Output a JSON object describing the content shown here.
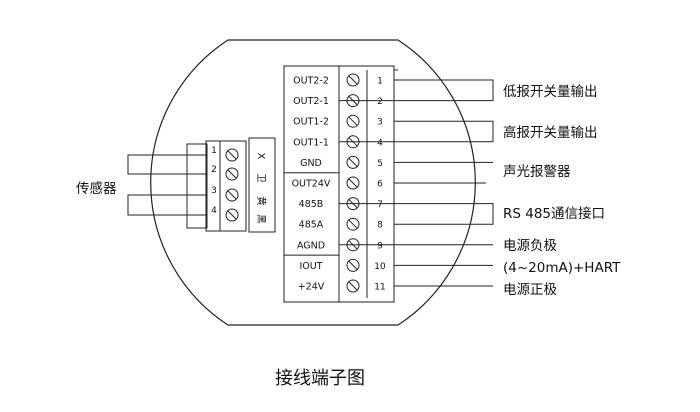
{
  "terminal_labels": [
    "OUT2-2",
    "OUT2-1",
    "OUT1-2",
    "OUT1-1",
    "GND",
    "OUT24V",
    "485B",
    "485A",
    "AGND",
    "IOUT",
    "+24V"
  ],
  "terminal_numbers": [
    "1",
    "2",
    "3",
    "4",
    "5",
    "6",
    "7",
    "8",
    "9",
    "10",
    "11"
  ],
  "right_annotations": [
    {
      "text": "低报开关量输出"
    },
    {
      "text": "高报开关量输出"
    },
    {
      "text": "声光报警器"
    },
    {
      "text": "RS 485通信接口"
    },
    {
      "text": "电源负极"
    },
    {
      "text": "(4~20mA)+HART"
    },
    {
      "text": "电源正极"
    }
  ],
  "sensor": {
    "label": "传感器",
    "numbers": [
      "1",
      "2",
      "3",
      "4"
    ],
    "wire_colors": [
      "X",
      "卫",
      "黄",
      "黑"
    ]
  },
  "caption": "接线端子图"
}
